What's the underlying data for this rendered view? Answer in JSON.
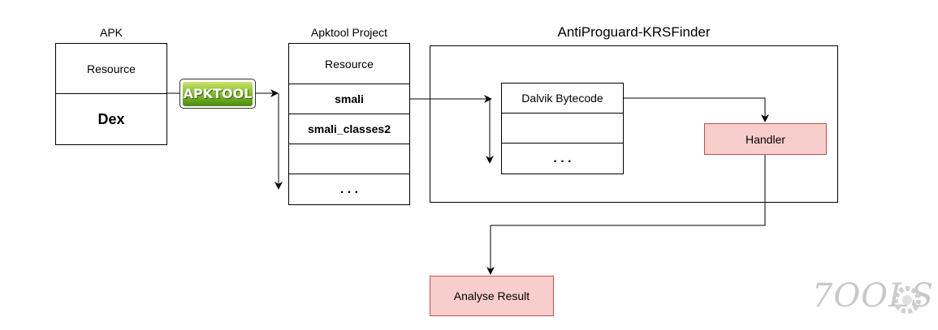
{
  "apk": {
    "title": "APK",
    "resource": "Resource",
    "dex": "Dex"
  },
  "apktool_logo": {
    "text": "APKTOOL"
  },
  "apktool_project": {
    "title": "Apktool Project",
    "rows": [
      "Resource",
      "smali",
      "smali_classes2",
      "",
      ". . ."
    ]
  },
  "finder": {
    "title": "AntiProguard-KRSFinder",
    "bytecode_rows": [
      "Dalvik Bytecode",
      "",
      ". . ."
    ],
    "handler": "Handler"
  },
  "result": {
    "label": "Analyse Result"
  },
  "watermark": {
    "text": "7OOLS"
  },
  "colors": {
    "pink_fill": "#f8cecc",
    "pink_border": "#b85450",
    "logo_green": "#7fb52a"
  }
}
